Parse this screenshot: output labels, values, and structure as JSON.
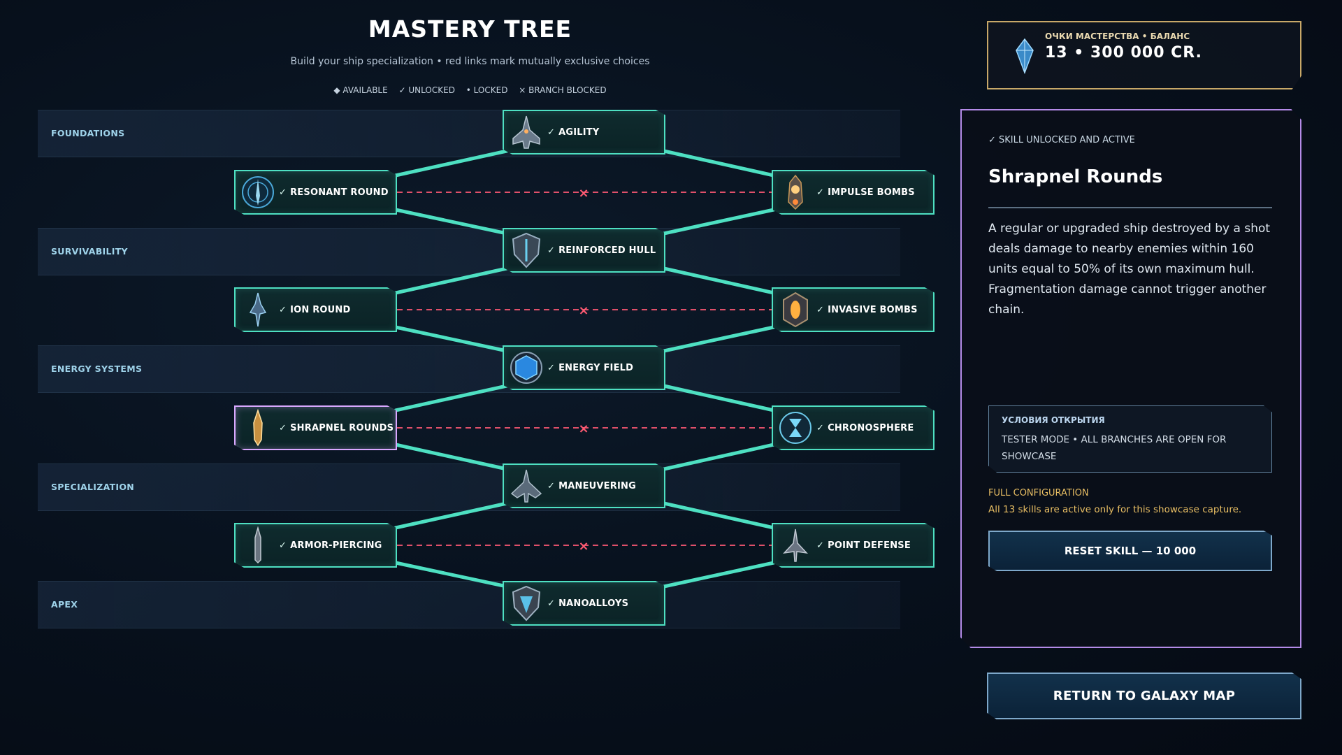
{
  "header": {
    "title": "MASTERY TREE",
    "subtitle": "Build your ship specialization  •  red links mark mutually exclusive choices",
    "legend": {
      "available": "◆ AVAILABLE",
      "unlocked": "✓ UNLOCKED",
      "locked": "• LOCKED",
      "blocked": "× BRANCH BLOCKED"
    }
  },
  "tiers": [
    "FOUNDATIONS",
    "SURVIVABILITY",
    "ENERGY SYSTEMS",
    "SPECIALIZATION",
    "APEX"
  ],
  "nodes": {
    "agility": {
      "label": "AGILITY",
      "check": "✓"
    },
    "resonant_round": {
      "label": "RESONANT ROUND",
      "check": "✓"
    },
    "impulse_bombs": {
      "label": "IMPULSE BOMBS",
      "check": "✓"
    },
    "reinforced_hull": {
      "label": "REINFORCED HULL",
      "check": "✓"
    },
    "ion_round": {
      "label": "ION ROUND",
      "check": "✓"
    },
    "invasive_bombs": {
      "label": "INVASIVE BOMBS",
      "check": "✓"
    },
    "energy_field": {
      "label": "ENERGY FIELD",
      "check": "✓"
    },
    "shrapnel_rounds": {
      "label": "SHRAPNEL ROUNDS",
      "check": "✓"
    },
    "chronosphere": {
      "label": "CHRONOSPHERE",
      "check": "✓"
    },
    "maneuvering": {
      "label": "MANEUVERING",
      "check": "✓"
    },
    "armor_piercing": {
      "label": "ARMOR-PIERCING",
      "check": "✓"
    },
    "point_defense": {
      "label": "POINT DEFENSE",
      "check": "✓"
    },
    "nanoalloys": {
      "label": "NANOALLOYS",
      "check": "✓"
    }
  },
  "block_mark": "×",
  "points": {
    "caption": "ОЧКИ МАСТЕРСТВА • БАЛАНС",
    "value": "13  •  300 000 CR."
  },
  "detail": {
    "status": "✓ SKILL UNLOCKED AND ACTIVE",
    "name": "Shrapnel Rounds",
    "description": "A regular or upgraded ship destroyed by a shot deals damage to nearby enemies within 160 units equal to 50% of its own maximum hull. Fragmentation damage cannot trigger another chain.",
    "conditions_title": "УСЛОВИЯ ОТКРЫТИЯ",
    "conditions_text": "TESTER MODE  •  ALL BRANCHES ARE OPEN FOR SHOWCASE",
    "full_config_title": "FULL CONFIGURATION",
    "full_config_text": "All 13 skills are active only for this showcase capture.",
    "reset_label": "RESET SKILL — 10 000"
  },
  "return_label": "RETURN TO GALAXY MAP",
  "colors": {
    "link": "#4ee0c2",
    "blocked_link": "#e0506a",
    "selected_border": "#d9a8ff",
    "points_border": "#c8a868",
    "gold_text": "#e7bd63"
  }
}
